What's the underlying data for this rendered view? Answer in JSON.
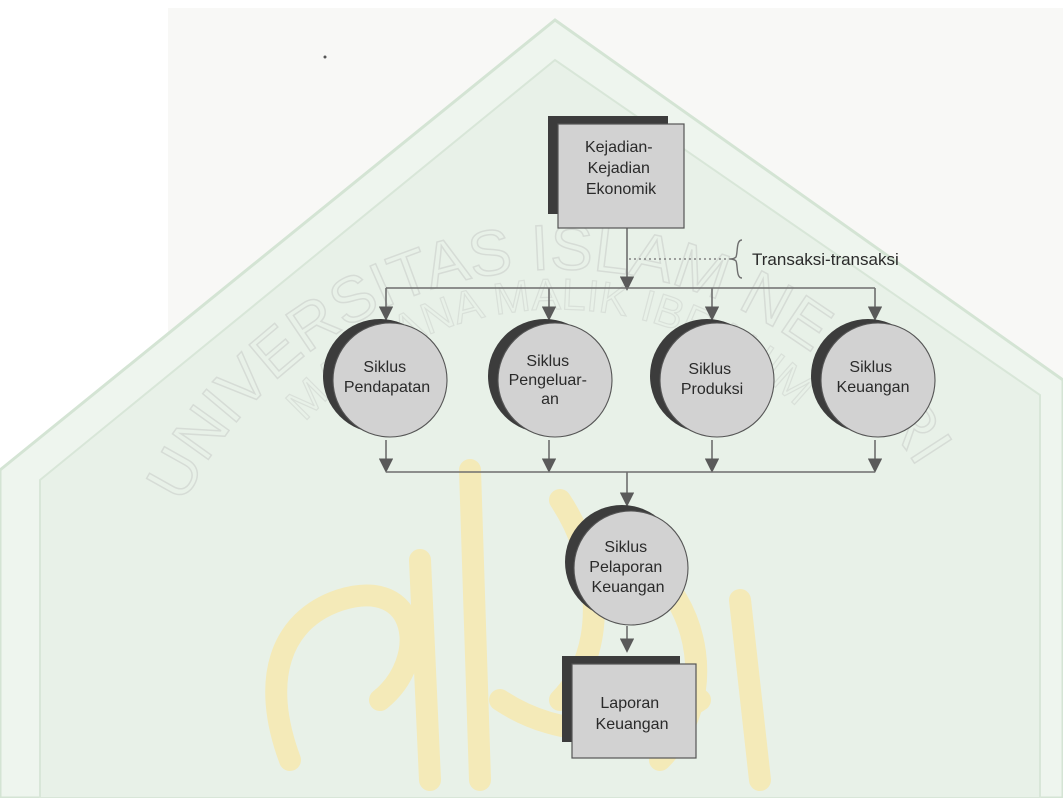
{
  "source_box": {
    "lines": [
      "Kejadian-",
      "Kejadian",
      "Ekonomik"
    ]
  },
  "annotation": {
    "label": "Transaksi-transaksi"
  },
  "cycles": [
    {
      "lines": [
        "Siklus",
        "Pendapatan"
      ]
    },
    {
      "lines": [
        "Siklus",
        "Pengeluar-",
        "an"
      ]
    },
    {
      "lines": [
        "Siklus",
        "Produksi"
      ]
    },
    {
      "lines": [
        "Siklus",
        "Keuangan"
      ]
    }
  ],
  "reporting_cycle": {
    "lines": [
      "Siklus",
      "Pelaporan",
      "Keuangan"
    ]
  },
  "output_box": {
    "lines": [
      "Laporan",
      "Keuangan"
    ]
  },
  "watermark": {
    "line1": "UNIVERSITAS ISLAM NEGERI",
    "line2": "MAULANA MALIK IBRAHIM"
  },
  "colors": {
    "line": "#6e6e6e",
    "node_fill": "#d2d2d2",
    "node_shadow": "#3c3c3c",
    "watermark_green": "#e3eee3",
    "watermark_gold": "#f5ecc0"
  }
}
